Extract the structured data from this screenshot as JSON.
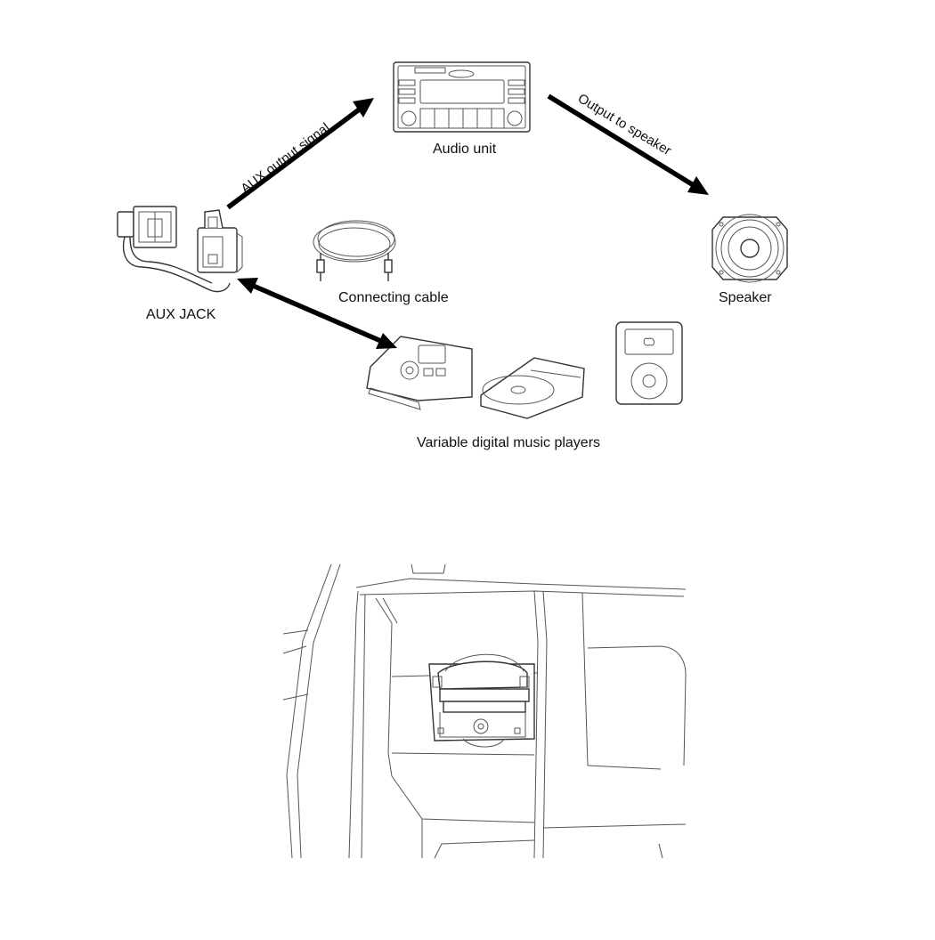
{
  "labels": {
    "audio_unit": "Audio unit",
    "speaker": "Speaker",
    "aux_jack": "AUX JACK",
    "connecting_cable": "Connecting cable",
    "music_players": "Variable digital music players",
    "aux_output_signal": "AUX output signal",
    "output_to_speaker": "Output to speaker"
  }
}
